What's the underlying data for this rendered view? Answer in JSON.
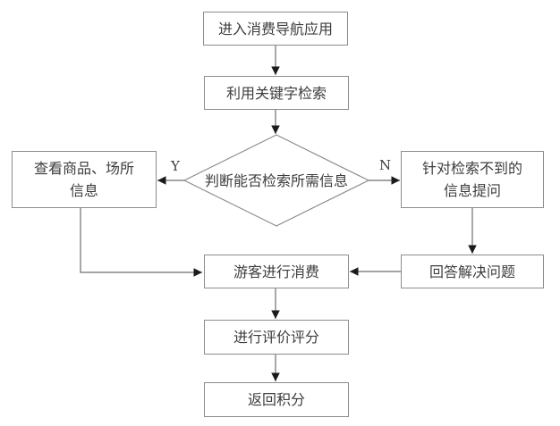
{
  "diagram": {
    "nodes": {
      "enter_app": {
        "label": "进入消费导航应用",
        "type": "process"
      },
      "keyword_search": {
        "label": "利用关键字检索",
        "type": "process"
      },
      "decision": {
        "label": "判断能否检索所需信息",
        "type": "decision"
      },
      "view_info": {
        "label": "查看商品、场所\n信息",
        "type": "process"
      },
      "ask_question": {
        "label": "针对检索不到的\n信息提问",
        "type": "process"
      },
      "consume": {
        "label": "游客进行消费",
        "type": "process"
      },
      "answer": {
        "label": "回答解决问题",
        "type": "process"
      },
      "rate": {
        "label": "进行评价评分",
        "type": "process"
      },
      "points": {
        "label": "返回积分",
        "type": "process"
      }
    },
    "edge_labels": {
      "yes": "Y",
      "no": "N"
    },
    "colors": {
      "background": "#ffffff",
      "border": "#8c8c8c",
      "line": "#6e6e6e",
      "arrowhead": "#1a1a1a",
      "text": "#3d3d3d"
    }
  }
}
